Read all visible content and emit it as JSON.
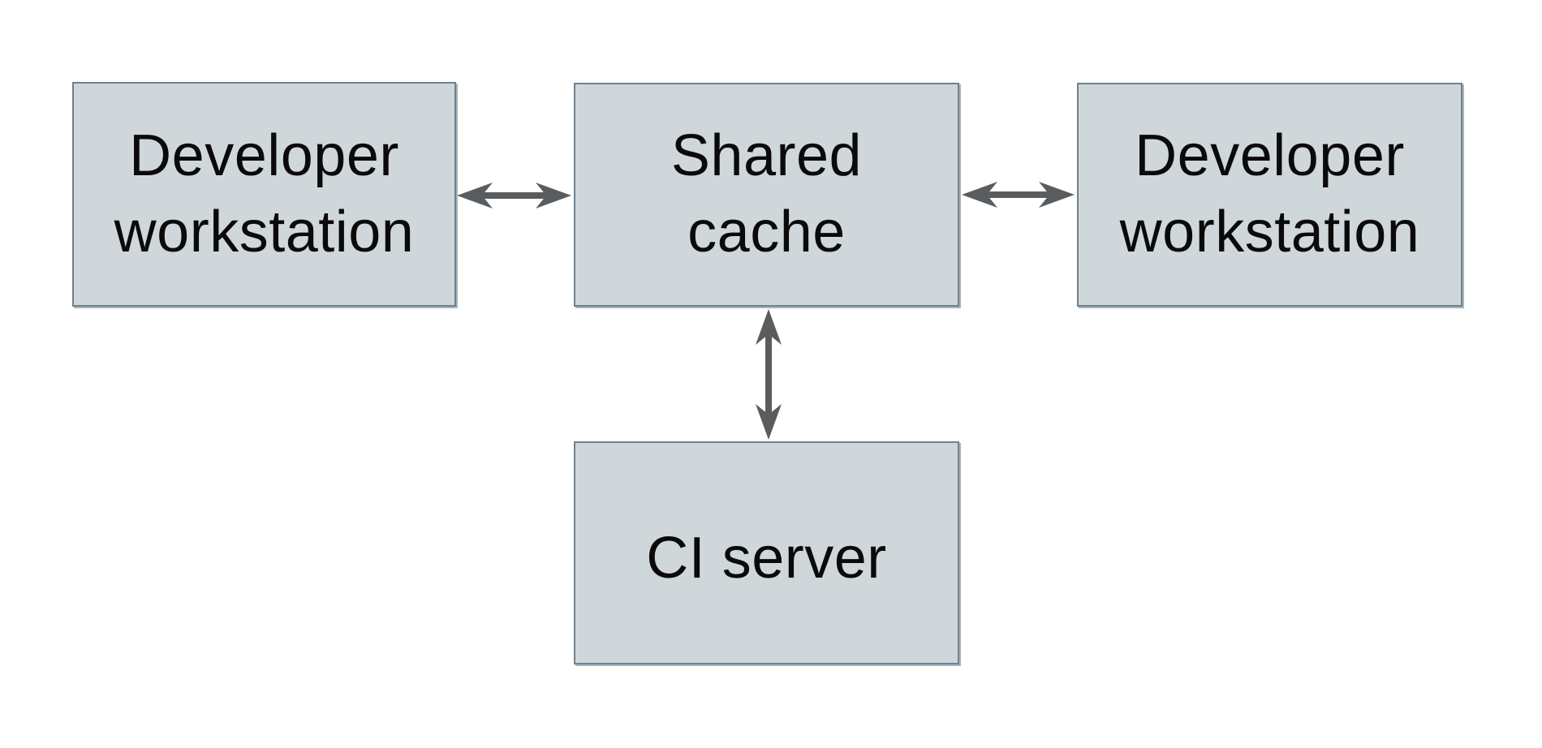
{
  "colors": {
    "page_bg": "#ffffff",
    "box_fill": "#d0d7da",
    "box_border": "#6e828d",
    "arrow": "#5a5d5f",
    "text": "#0a0a0a"
  },
  "diagram": {
    "nodes": [
      {
        "id": "developer-workstation-left",
        "label": "Developer workstation",
        "lines": [
          "Developer",
          "workstation"
        ]
      },
      {
        "id": "shared-cache",
        "label": "Shared cache",
        "lines": [
          "Shared",
          "cache"
        ]
      },
      {
        "id": "developer-workstation-right",
        "label": "Developer workstation",
        "lines": [
          "Developer",
          "workstation"
        ]
      },
      {
        "id": "ci-server",
        "label": "CI server",
        "lines": [
          "CI server"
        ]
      }
    ],
    "edges": [
      {
        "from": "developer-workstation-left",
        "to": "shared-cache",
        "type": "bidirectional",
        "icon": "double-headed-arrow-icon"
      },
      {
        "from": "shared-cache",
        "to": "developer-workstation-right",
        "type": "bidirectional",
        "icon": "double-headed-arrow-icon"
      },
      {
        "from": "shared-cache",
        "to": "ci-server",
        "type": "bidirectional",
        "icon": "double-headed-arrow-icon"
      }
    ]
  }
}
